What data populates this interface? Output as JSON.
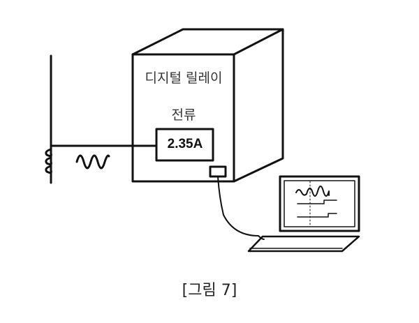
{
  "relay": {
    "title": "디지털 릴레이",
    "subtitle": "전류",
    "display_value": "2.35A"
  },
  "caption": "[그림 7]"
}
